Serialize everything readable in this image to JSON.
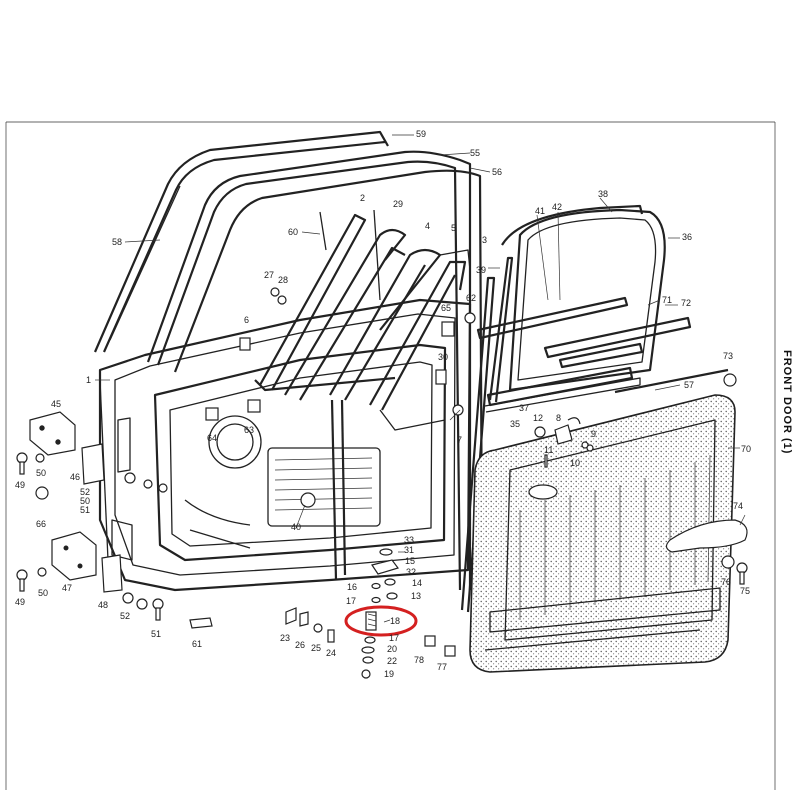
{
  "title": "FRONT DOOR (1)",
  "labels": [
    "1",
    "2",
    "3",
    "4",
    "5",
    "6",
    "7",
    "8",
    "9",
    "10",
    "11",
    "12",
    "13",
    "14",
    "15",
    "16",
    "17",
    "17",
    "18",
    "19",
    "20",
    "22",
    "23",
    "24",
    "25",
    "26",
    "27",
    "28",
    "29",
    "30",
    "31",
    "32",
    "33",
    "35",
    "36",
    "37",
    "38",
    "39",
    "40",
    "41",
    "42",
    "45",
    "46",
    "47",
    "48",
    "49",
    "49",
    "50",
    "50",
    "50",
    "51",
    "51",
    "52",
    "52",
    "55",
    "56",
    "57",
    "58",
    "59",
    "60",
    "61",
    "62",
    "63",
    "64",
    "65",
    "66",
    "70",
    "71",
    "72",
    "73",
    "74",
    "75",
    "76",
    "77",
    "78"
  ],
  "highlight": {
    "part": "18",
    "color": "#d42020"
  }
}
